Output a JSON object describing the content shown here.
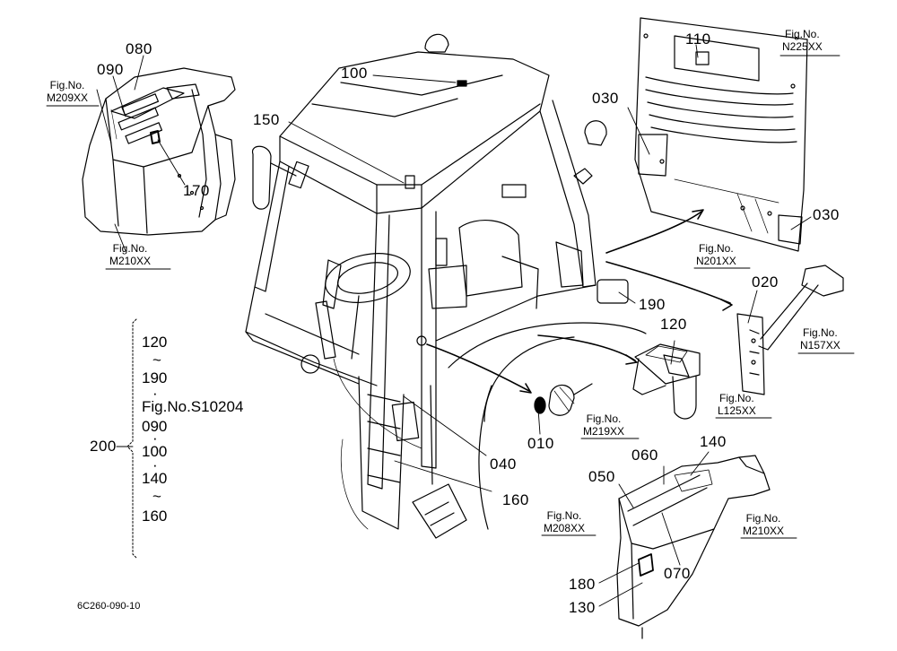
{
  "callouts": {
    "c080": "080",
    "c090": "090",
    "c170": "170",
    "c100": "100",
    "c150": "150",
    "c110": "110",
    "c030a": "030",
    "c030b": "030",
    "c190": "190",
    "c020": "020",
    "c120": "120",
    "c010": "010",
    "c040": "040",
    "c160": "160",
    "c140": "140",
    "c060": "060",
    "c050": "050",
    "c070": "070",
    "c180": "180",
    "c130": "130"
  },
  "figs": {
    "m209": {
      "line1": "Fig.No.",
      "line2": "M209XX"
    },
    "m210a": {
      "line1": "Fig.No.",
      "line2": "M210XX"
    },
    "n225": {
      "line1": "Fig.No.",
      "line2": "N225XX"
    },
    "n201": {
      "line1": "Fig.No.",
      "line2": "N201XX"
    },
    "n157": {
      "line1": "Fig.No.",
      "line2": "N157XX"
    },
    "l125": {
      "line1": "Fig.No.",
      "line2": "L125XX"
    },
    "m219": {
      "line1": "Fig.No.",
      "line2": "M219XX"
    },
    "m208": {
      "line1": "Fig.No.",
      "line2": "M208XX"
    },
    "m210b": {
      "line1": "Fig.No.",
      "line2": "M210XX"
    }
  },
  "group": {
    "label": "200",
    "items": [
      "120",
      "~",
      "190",
      "·",
      "Fig.No.S10204",
      "090",
      "·",
      "100",
      "·",
      "140",
      "~",
      "160"
    ]
  },
  "drawing_code": "6C260-090-10"
}
